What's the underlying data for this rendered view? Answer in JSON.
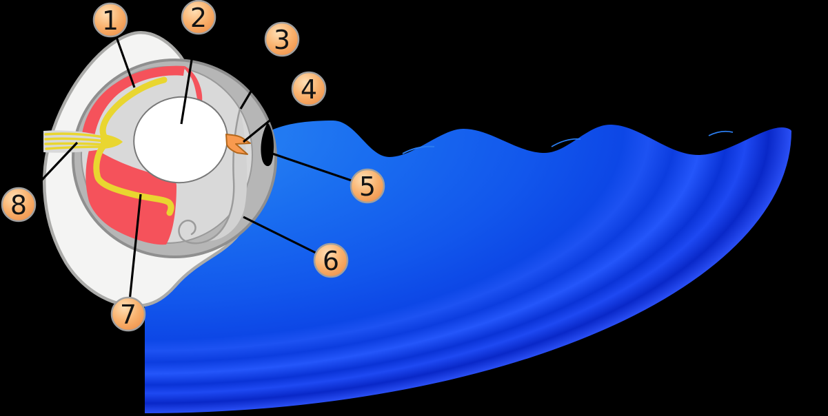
{
  "figure": {
    "description": "Cross-section diagram of a pinhole-type eye open to blue water on the right, with eight numbered callouts"
  },
  "callouts": [
    {
      "label": "1"
    },
    {
      "label": "2"
    },
    {
      "label": "3"
    },
    {
      "label": "4"
    },
    {
      "label": "5"
    },
    {
      "label": "6"
    },
    {
      "label": "7"
    },
    {
      "label": "8"
    }
  ],
  "colors": {
    "background": "#000000",
    "water_blue": "#1565ee",
    "outer_capsule_white": "#f4f4f3",
    "eyeball_wall_gray": "#b6b6b6",
    "interior_gray": "#d9d9d9",
    "inner_body_gray": "#d2d2d2",
    "retina_red": "#f5525b",
    "nerve_yellow": "#e9d630",
    "lens_white": "#ffffff",
    "iris_orange": "#f89a4f",
    "pupil_black": "#000000",
    "callout_fill": "#f5a662",
    "callout_text": "#141414"
  }
}
